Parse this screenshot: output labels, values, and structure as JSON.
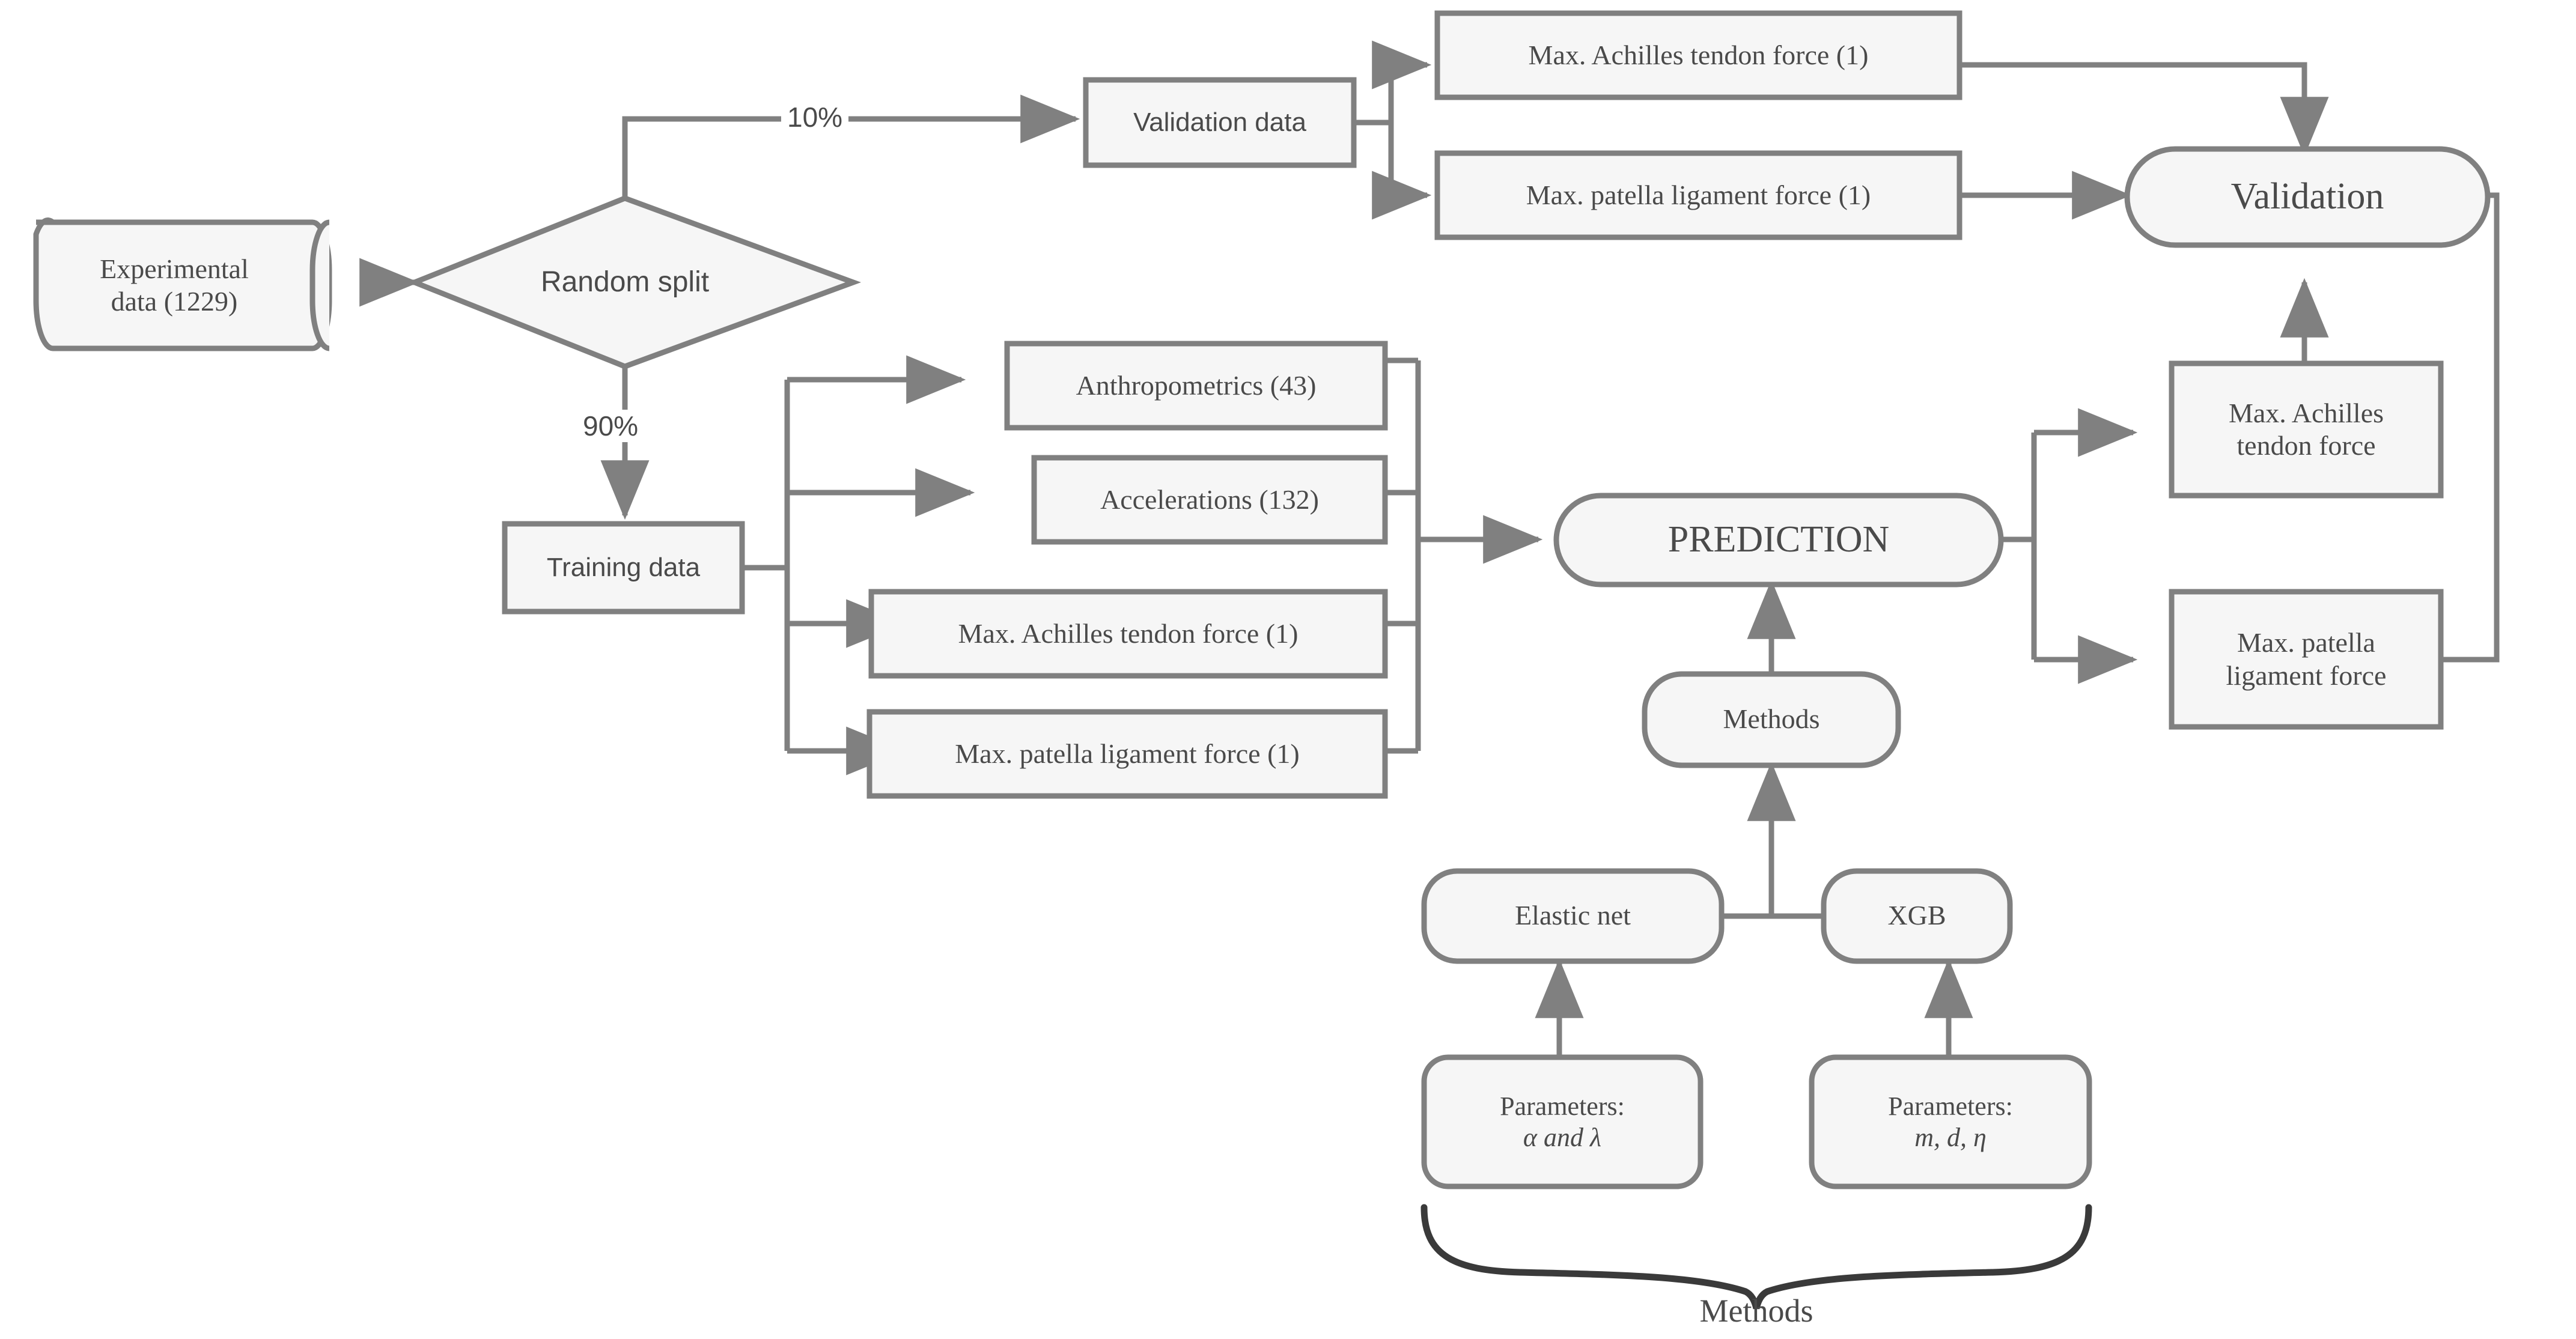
{
  "theme": {
    "background": "#ffffff",
    "node_fill": "#f6f6f6",
    "node_stroke": "#808080",
    "text_color": "#4a4a4a",
    "brace_color": "#3a3a3a"
  },
  "diagram": {
    "type": "flowchart",
    "title": "Machine learning prediction workflow"
  },
  "nodes": {
    "experimental_data": {
      "label": "Experimental\ndata (1229)",
      "line1": "Experimental",
      "line2": "data (1229)",
      "shape": "cylinder"
    },
    "random_split": {
      "label": "Random split",
      "shape": "diamond"
    },
    "validation_data": {
      "label": "Validation data",
      "shape": "rect"
    },
    "val_achilles": {
      "label": "Max. Achilles tendon force (1)",
      "shape": "rect"
    },
    "val_patella": {
      "label": "Max. patella ligament force (1)",
      "shape": "rect"
    },
    "validation": {
      "label": "Validation",
      "shape": "rounded"
    },
    "training_data": {
      "label": "Training data",
      "shape": "rect"
    },
    "anthropometrics": {
      "label": "Anthropometrics (43)",
      "shape": "rect"
    },
    "accelerations": {
      "label": "Accelerations (132)",
      "shape": "rect"
    },
    "train_achilles": {
      "label": "Max. Achilles tendon force (1)",
      "shape": "rect"
    },
    "train_patella": {
      "label": "Max. patella ligament force (1)",
      "shape": "rect"
    },
    "prediction": {
      "label": "PREDICTION",
      "shape": "rounded"
    },
    "methods_node": {
      "label": "Methods",
      "shape": "rounded"
    },
    "elastic_net": {
      "label": "Elastic net",
      "shape": "rounded"
    },
    "xgb": {
      "label": "XGB",
      "shape": "rounded"
    },
    "params_elastic": {
      "line1": "Parameters:",
      "line2": "α and λ",
      "shape": "rounded"
    },
    "params_xgb": {
      "line1": "Parameters:",
      "line2": "m, d, η",
      "shape": "rounded"
    },
    "out_achilles": {
      "line1": "Max. Achilles",
      "line2": "tendon force",
      "shape": "rect"
    },
    "out_patella": {
      "line1": "Max. patella",
      "line2": "ligament force",
      "shape": "rect"
    },
    "methods_brace_label": {
      "label": "Methods",
      "shape": "text"
    }
  },
  "edge_labels": {
    "split_validation_pct": "10%",
    "split_training_pct": "90%"
  },
  "edges": [
    {
      "from": "experimental_data",
      "to": "random_split"
    },
    {
      "from": "random_split",
      "to": "validation_data",
      "label": "10%"
    },
    {
      "from": "random_split",
      "to": "training_data",
      "label": "90%"
    },
    {
      "from": "validation_data",
      "to": "val_achilles"
    },
    {
      "from": "validation_data",
      "to": "val_patella"
    },
    {
      "from": "val_achilles",
      "to": "validation"
    },
    {
      "from": "val_patella",
      "to": "validation"
    },
    {
      "from": "training_data",
      "to": "anthropometrics"
    },
    {
      "from": "training_data",
      "to": "accelerations"
    },
    {
      "from": "training_data",
      "to": "train_achilles"
    },
    {
      "from": "training_data",
      "to": "train_patella"
    },
    {
      "from": "anthropometrics",
      "to": "prediction"
    },
    {
      "from": "accelerations",
      "to": "prediction"
    },
    {
      "from": "train_achilles",
      "to": "prediction"
    },
    {
      "from": "train_patella",
      "to": "prediction"
    },
    {
      "from": "methods_node",
      "to": "prediction"
    },
    {
      "from": "elastic_net",
      "to": "methods_node"
    },
    {
      "from": "xgb",
      "to": "methods_node"
    },
    {
      "from": "params_elastic",
      "to": "elastic_net"
    },
    {
      "from": "params_xgb",
      "to": "xgb"
    },
    {
      "from": "prediction",
      "to": "out_achilles"
    },
    {
      "from": "prediction",
      "to": "out_patella"
    },
    {
      "from": "out_achilles",
      "to": "validation"
    },
    {
      "from": "out_patella",
      "to": "validation"
    }
  ]
}
